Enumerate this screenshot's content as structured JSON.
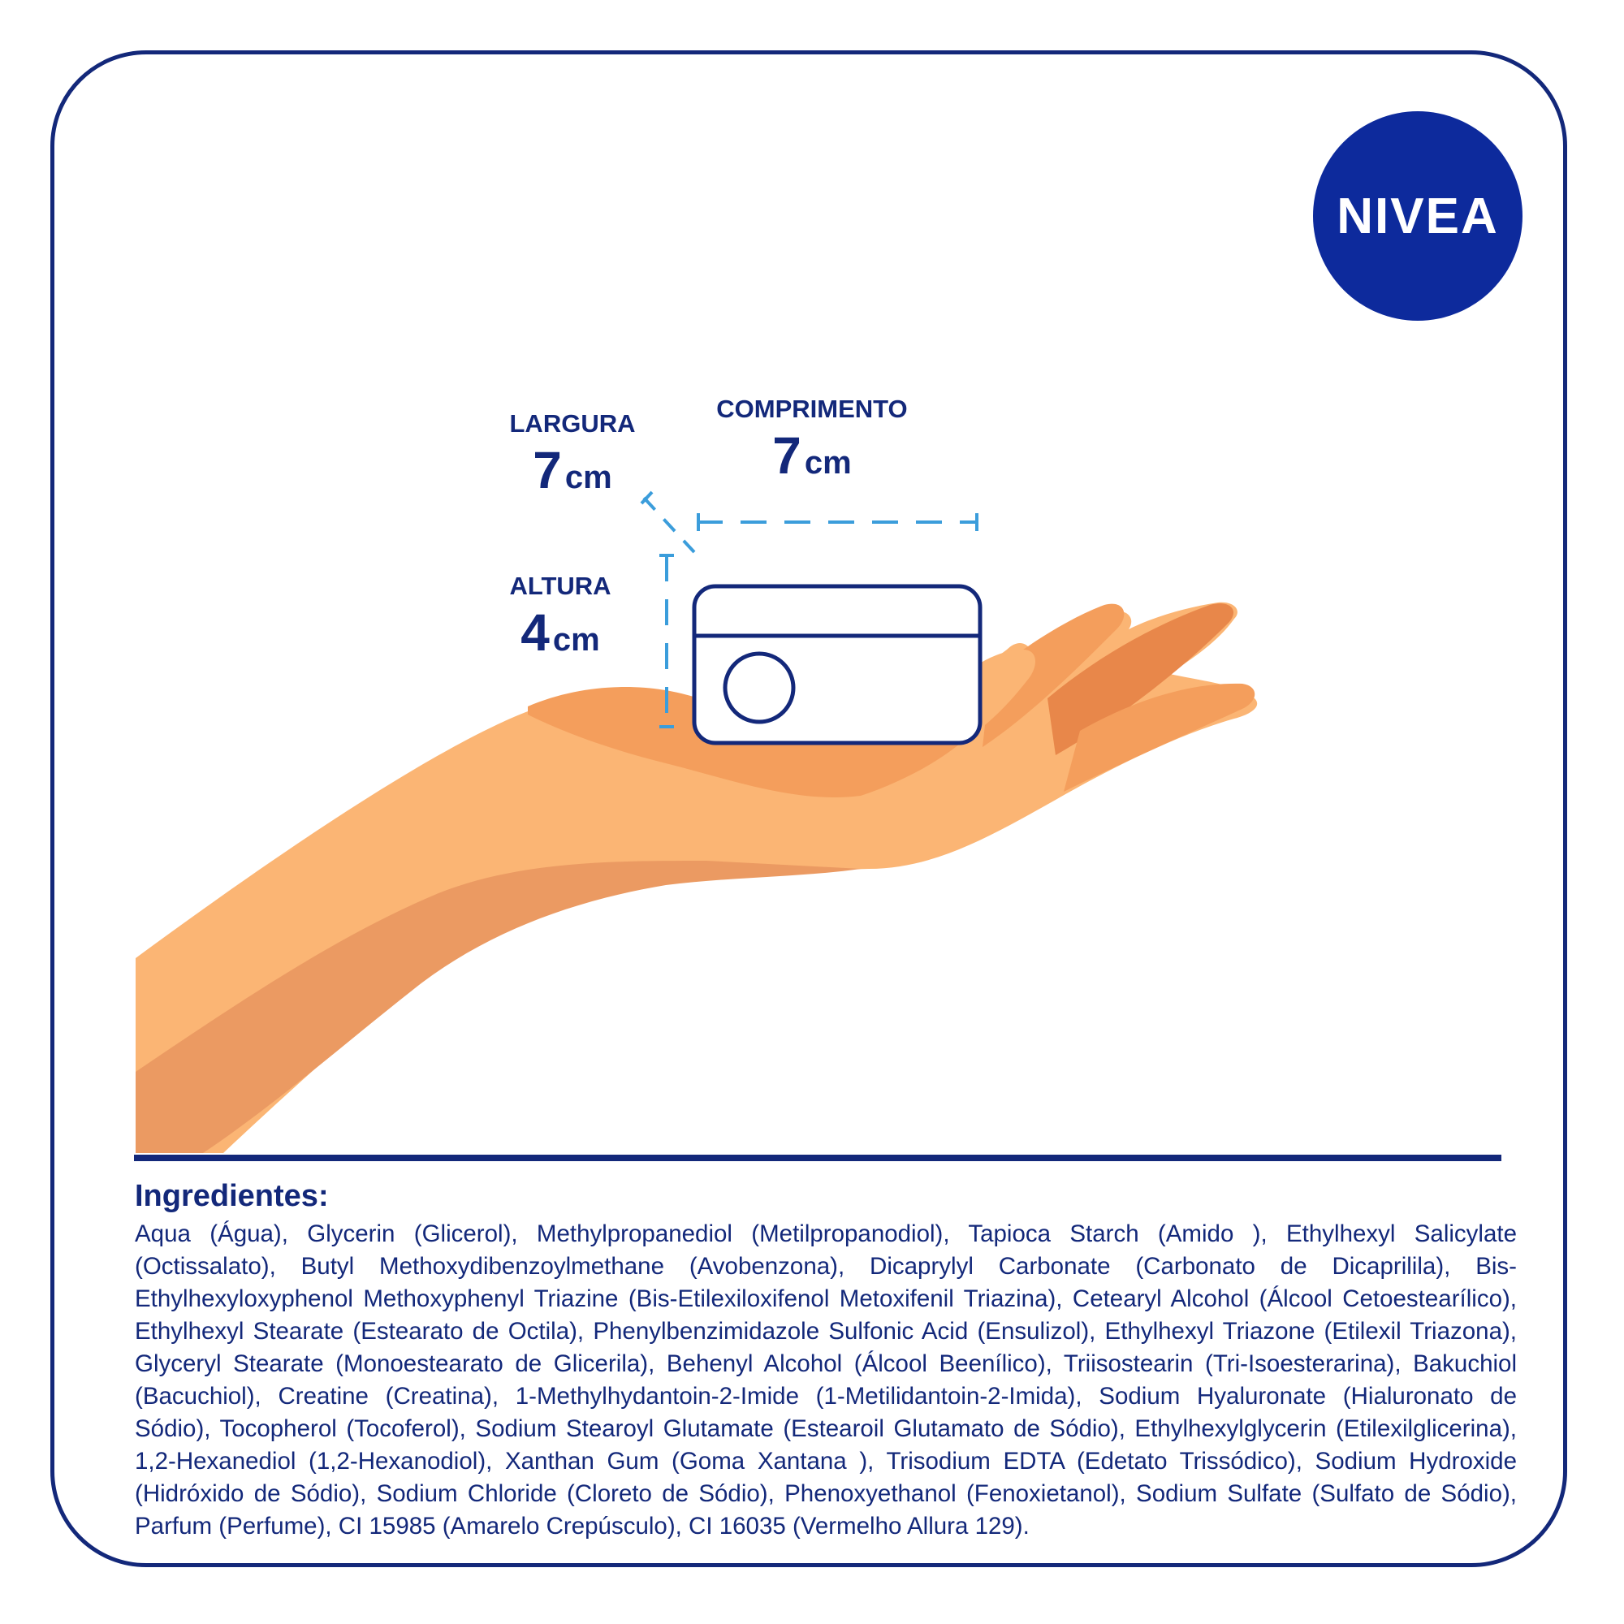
{
  "brand": {
    "logo_text": "NIVEA",
    "logo_color": "#0d2a9c",
    "text_color": "#13287a"
  },
  "dimensions": {
    "width": {
      "label": "LARGURA",
      "value": "7",
      "unit": "cm"
    },
    "length": {
      "label": "COMPRIMENTO",
      "value": "7",
      "unit": "cm"
    },
    "height": {
      "label": "ALTURA",
      "value": "4",
      "unit": "cm"
    }
  },
  "illustration": {
    "hand_colors": {
      "light": "#fbb574",
      "mid": "#f49e5c",
      "dark": "#e8874a",
      "shadow": "#eb9a62"
    },
    "guide_color": "#3b9ddb"
  },
  "ingredients": {
    "title": "Ingredientes:",
    "text": "Aqua (Água), Glycerin (Glicerol), Methylpropanediol (Metilpropanodiol), Tapioca Starch (Amido ), Ethylhexyl Salicylate (Octissalato), Butyl Methoxydibenzoylmethane (Avobenzona), Dicaprylyl Carbonate (Carbonato de Dicaprilila), Bis-Ethylhexyloxyphenol Methoxyphenyl Triazine (Bis-Etilexiloxifenol Metoxifenil Triazina), Cetearyl Alcohol (Álcool Cetoestearílico), Ethylhexyl Stearate (Estearato de Octila), Phenylbenzimidazole Sulfonic Acid (Ensulizol), Ethylhexyl Triazone (Etilexil Triazona), Glyceryl Stearate (Monoestearato de Glicerila), Behenyl Alcohol (Álcool Beenílico), Triisostearin (Tri-Isoesterarina), Bakuchiol (Bacuchiol), Creatine (Creatina), 1-Methylhydantoin-2-Imide (1-Metilidantoin-2-Imida), Sodium Hyaluronate (Hialuronato de Sódio), Tocopherol (Tocoferol), Sodium Stearoyl Glutamate (Estearoil Glutamato de Sódio), Ethylhexylglycerin (Etilexilglicerina), 1,2-Hexanediol (1,2-Hexanodiol), Xanthan Gum (Goma Xantana ), Trisodium EDTA (Edetato Trissódico), Sodium Hydroxide (Hidróxido de Sódio), Sodium Chloride (Cloreto de Sódio), Phenoxyethanol (Fenoxietanol), Sodium Sulfate (Sulfato de Sódio), Parfum (Perfume), CI 15985 (Amarelo Crepúsculo), CI 16035 (Vermelho Allura 129)."
  }
}
